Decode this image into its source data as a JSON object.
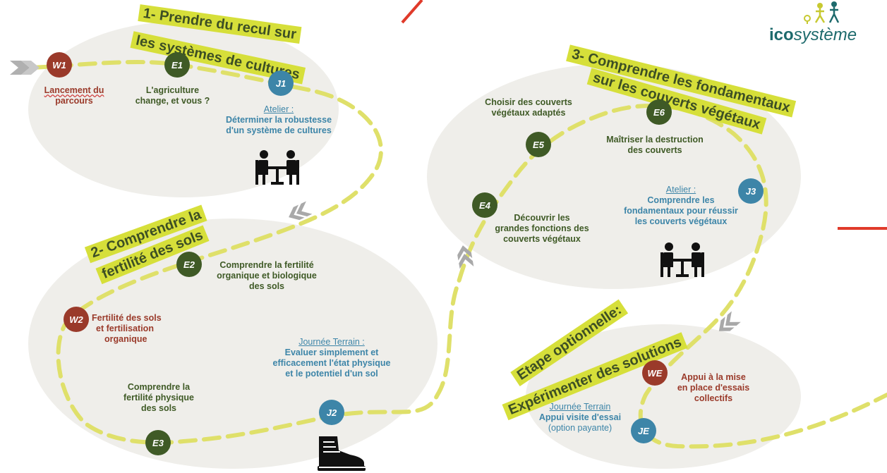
{
  "logo": {
    "brand_bold": "ico",
    "brand_italic": "système"
  },
  "banners": {
    "b1_line1": "1- Prendre du recul sur",
    "b1_line2": "les systèmes de cultures",
    "b2_line1": "2- Comprendre la",
    "b2_line2": "fertilité des sols",
    "b3_line1": "3- Comprendre les fondamentaux",
    "b3_line2": "sur les couverts végétaux",
    "b4_line1": "Etape optionnelle:",
    "b4_line2": "Expérimenter des solutions"
  },
  "nodes": {
    "W1": "W1",
    "E1": "E1",
    "J1": "J1",
    "E2": "E2",
    "W2": "W2",
    "E3": "E3",
    "J2": "J2",
    "E4": "E4",
    "E5": "E5",
    "E6": "E6",
    "J3": "J3",
    "WE": "WE",
    "JE": "JE"
  },
  "steps": {
    "w1": [
      "Lancement du",
      "parcours"
    ],
    "e1": [
      "L'agriculture",
      "change, et vous ?"
    ],
    "j1_prefix": "Atelier :",
    "j1": [
      "Déterminer la robustesse",
      "d'un système de cultures"
    ],
    "e2": [
      "Comprendre la fertilité",
      "organique et biologique",
      "des sols"
    ],
    "w2": [
      "Fertilité des sols",
      "et fertilisation",
      "organique"
    ],
    "e3": [
      "Comprendre la",
      "fertilité physique",
      "des sols"
    ],
    "j2_prefix": "Journée Terrain :",
    "j2": [
      "Evaluer simplement et",
      "efficacement l'état physique",
      "et le potentiel d'un  sol"
    ],
    "e5": [
      "Choisir des couverts",
      "végétaux adaptés"
    ],
    "e6": [
      "Maîtriser la destruction",
      "des couverts"
    ],
    "e4": [
      "Découvrir les",
      "grandes fonctions des",
      "couverts végétaux"
    ],
    "j3_prefix": "Atelier :",
    "j3": [
      "Comprendre les",
      "fondamentaux pour réussir",
      "les couverts végétaux"
    ],
    "we": [
      "Appui à la mise",
      "en place d'essais",
      "collectifs"
    ],
    "je_prefix": "Journée Terrain",
    "je": [
      "Appui visite d'essai"
    ],
    "je_note": "(option payante)"
  },
  "colors": {
    "green": "#3f5a26",
    "red": "#9a3a2a",
    "blue": "#3d85a8",
    "banner": "#d6df3a",
    "blob": "#efeeea",
    "path": "#dfe06a",
    "accent_red": "#e03a2a"
  },
  "icons": [
    "workshop-table-icon",
    "workshop-table-icon",
    "hiking-boot-icon",
    "chevron-double-icon",
    "walking-people-icon"
  ]
}
